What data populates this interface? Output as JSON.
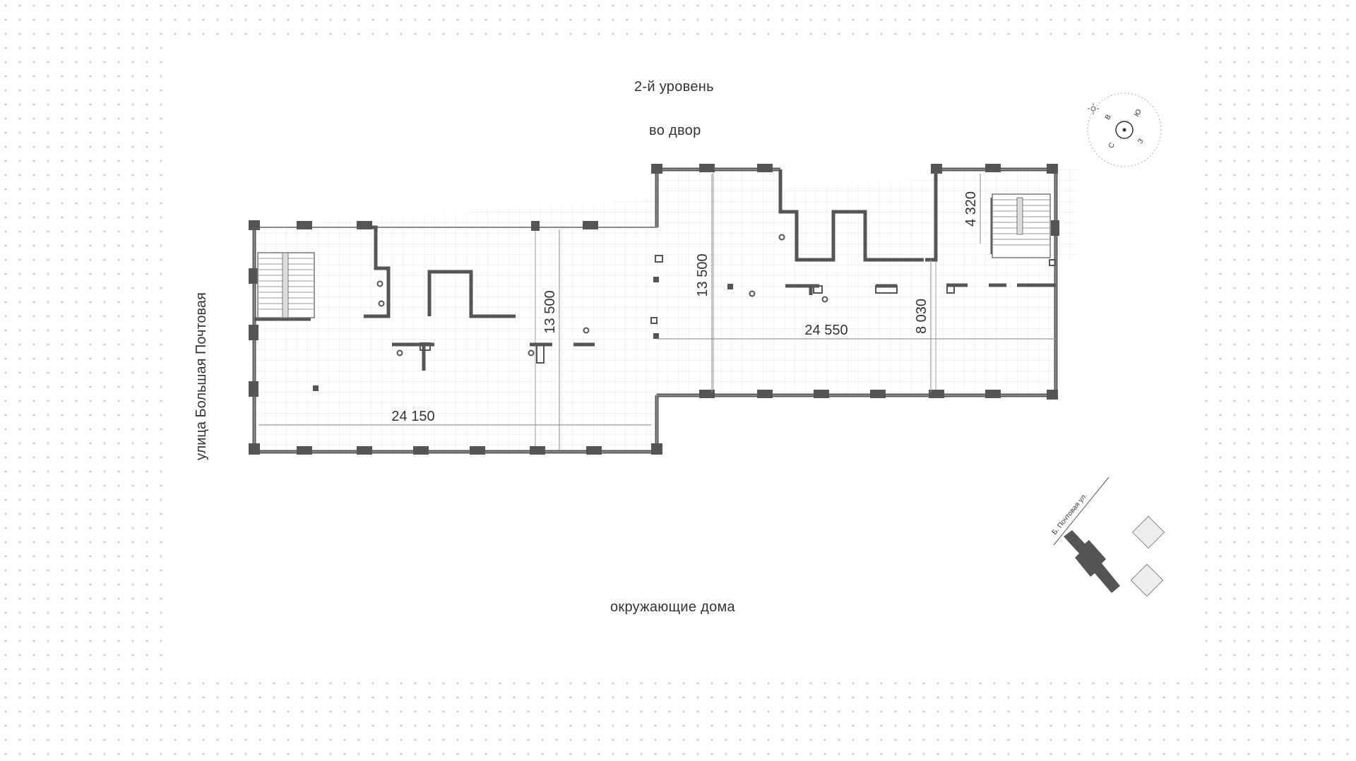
{
  "labels": {
    "level": "2-й уровень",
    "courtyard": "во двор",
    "surroundings": "окружающие дома",
    "street": "улица Большая Почтовая"
  },
  "dimensions": {
    "left_length": "24 150",
    "left_height": "13 500",
    "right_height": "13 500",
    "right_length": "24 550",
    "right_section": "8 030",
    "stair_right": "4 320"
  },
  "minimap": {
    "street_label": "Б. Почтовая ул."
  },
  "compass": {
    "north": "С",
    "east": "В",
    "south": "Ю",
    "west": "З"
  },
  "colors": {
    "wall": "#555555",
    "grid": "#e6e6e6",
    "dots": "#cfcfcf",
    "dimension_line": "#999999",
    "neighbour_building": "#eeeeee"
  }
}
